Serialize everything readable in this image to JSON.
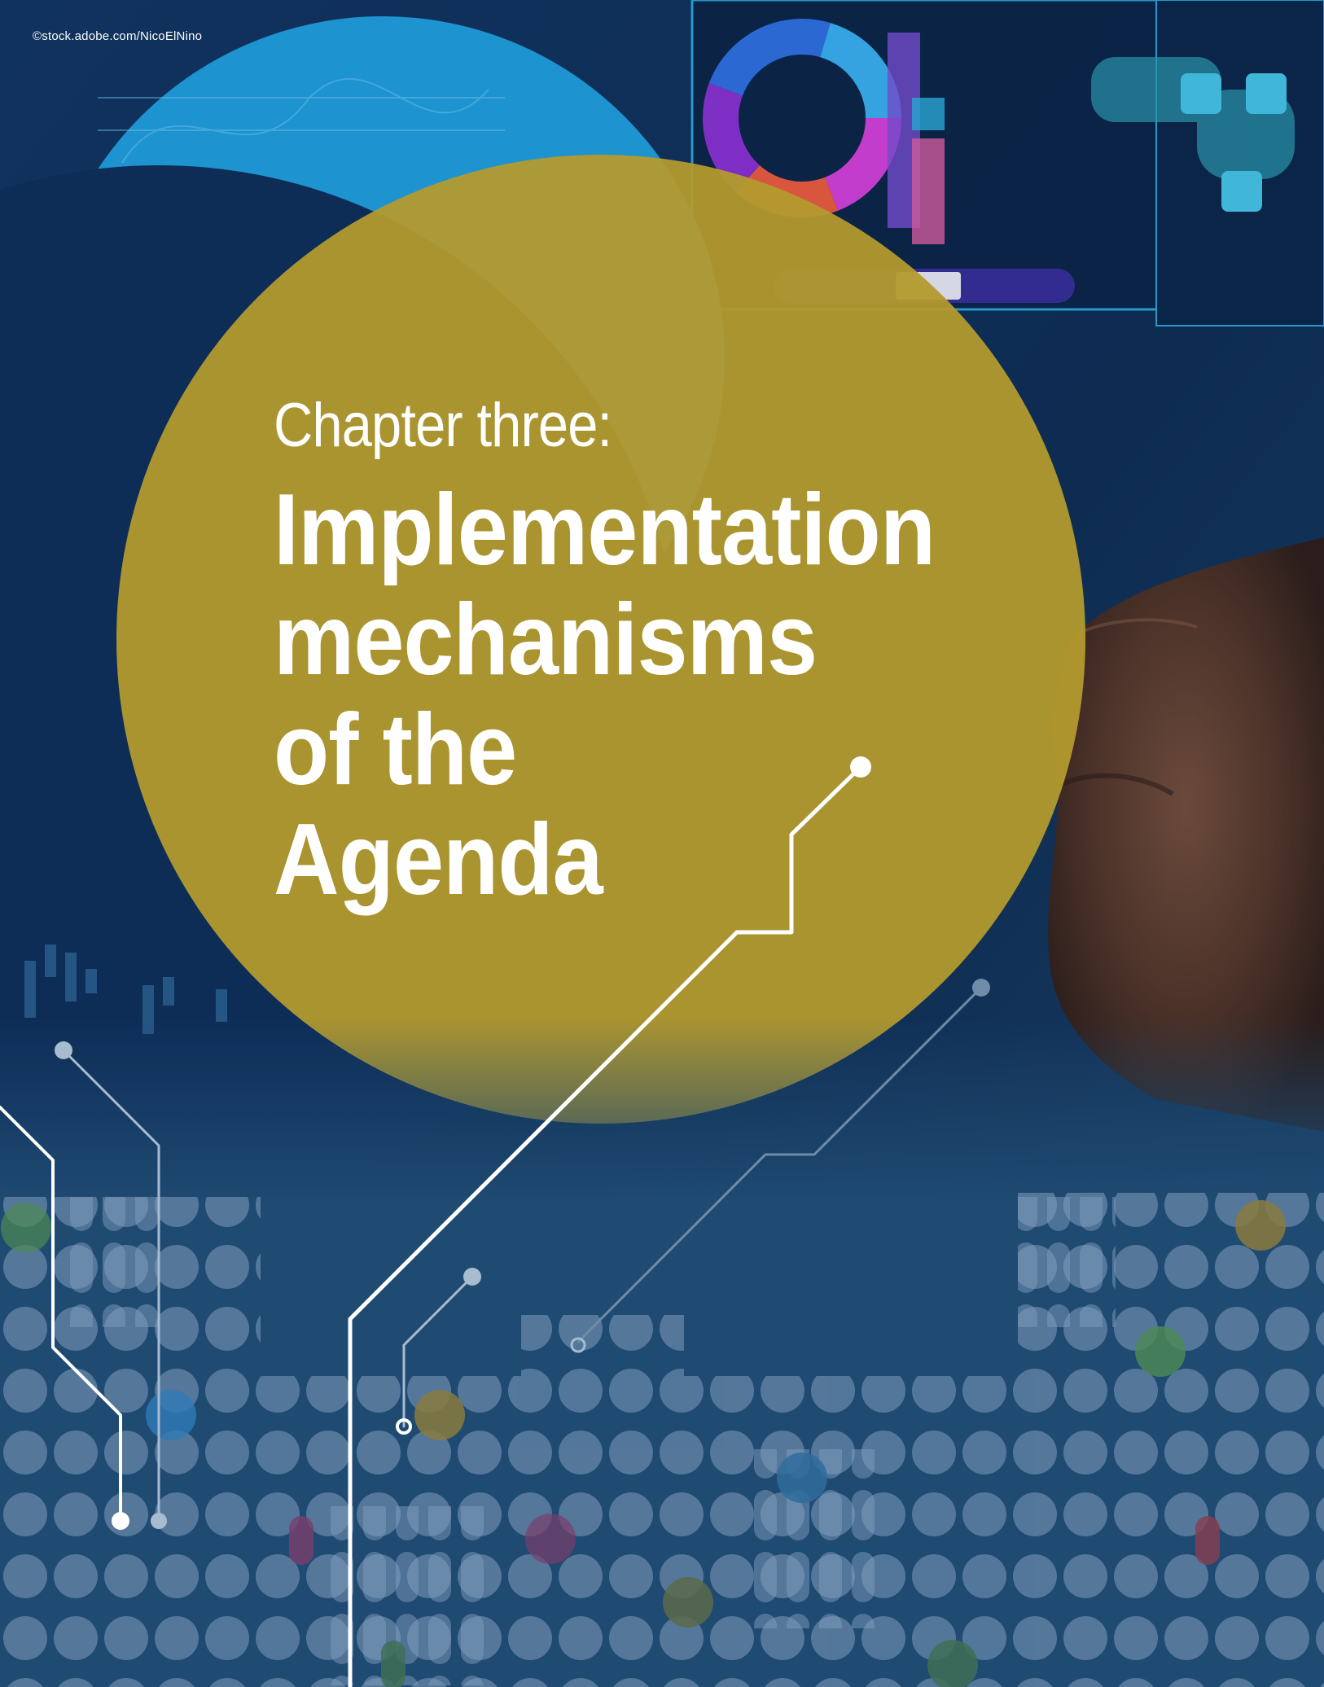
{
  "photo_credit": "©stock.adobe.com/NicoElNino",
  "heading": {
    "kicker": "Chapter three:",
    "title_lines": [
      "Implementation",
      "mechanisms",
      "of the",
      "Agenda"
    ]
  },
  "colors": {
    "circle_gold": "#b39a2e",
    "circle_light_blue": "#1d93d0",
    "circle_dark_blue": "#0d2d57",
    "bottom_band": "#1f4a72",
    "dot_pattern": "#7f9cbb",
    "accent_dots": [
      "#4d8a54",
      "#8a7a3e",
      "#2f7bb6",
      "#7a3d6b",
      "#5c6a4a"
    ]
  },
  "background_photo": "dashboard-screen-and-hand"
}
